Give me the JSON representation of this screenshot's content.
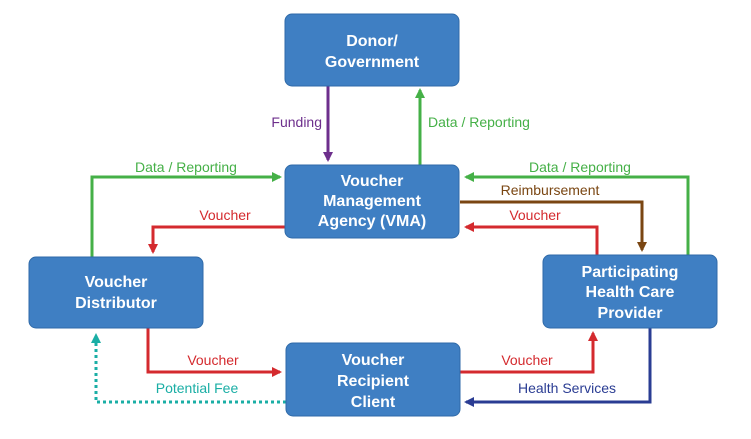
{
  "colors": {
    "node_fill": "#3f7fc3",
    "green": "#45b047",
    "purple": "#6d2f8c",
    "red": "#d42a2e",
    "brown": "#7a4612",
    "navy": "#2a3c93",
    "teal": "#1aaea5"
  },
  "nodes": {
    "donor": {
      "lines": [
        "Donor/",
        "Government"
      ]
    },
    "vma": {
      "lines": [
        "Voucher",
        "Management",
        "Agency (VMA)"
      ]
    },
    "distributor": {
      "lines": [
        "Voucher",
        "Distributor"
      ]
    },
    "provider": {
      "lines": [
        "Participating",
        "Health Care",
        "Provider"
      ]
    },
    "client": {
      "lines": [
        "Voucher",
        "Recipient",
        "Client"
      ]
    }
  },
  "edges": {
    "funding": {
      "label": "Funding",
      "from": "Donor/Government",
      "to": "VMA"
    },
    "data_vma_donor": {
      "label": "Data / Reporting",
      "from": "VMA",
      "to": "Donor/Government"
    },
    "data_distributor_vma": {
      "label": "Data / Reporting",
      "from": "Voucher Distributor",
      "to": "VMA"
    },
    "data_provider_vma": {
      "label": "Data / Reporting",
      "from": "Participating Health Care Provider",
      "to": "VMA"
    },
    "reimbursement": {
      "label": "Reimbursement",
      "from": "VMA",
      "to": "Participating Health Care Provider"
    },
    "voucher_vma_distributor": {
      "label": "Voucher",
      "from": "VMA",
      "to": "Voucher Distributor"
    },
    "voucher_provider_vma": {
      "label": "Voucher",
      "from": "Participating Health Care Provider",
      "to": "VMA"
    },
    "voucher_distributor_client": {
      "label": "Voucher",
      "from": "Voucher Distributor",
      "to": "Voucher Recipient Client"
    },
    "voucher_client_provider": {
      "label": "Voucher",
      "from": "Voucher Recipient Client",
      "to": "Participating Health Care Provider"
    },
    "health_services": {
      "label": "Health Services",
      "from": "Participating Health Care Provider",
      "to": "Voucher Recipient Client"
    },
    "potential_fee": {
      "label": "Potential Fee",
      "from": "Voucher Recipient Client",
      "to": "Voucher Distributor"
    }
  }
}
